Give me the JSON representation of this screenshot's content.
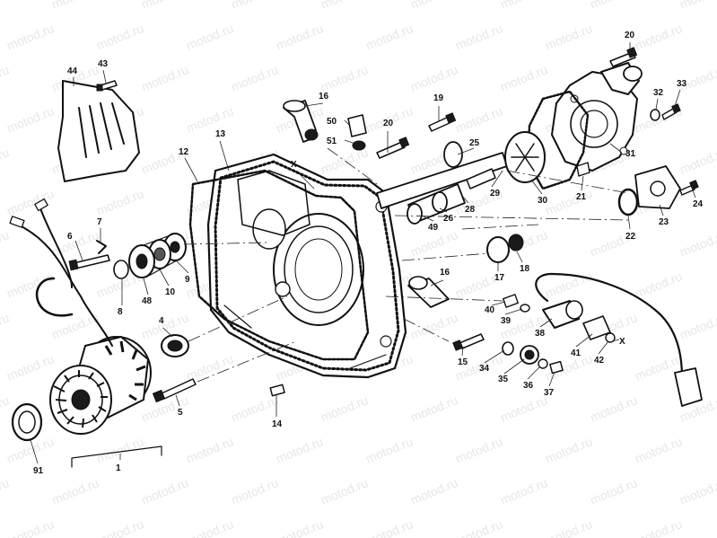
{
  "watermark": {
    "text": "motod.ru",
    "color": "#e7e7e7"
  },
  "colors": {
    "ink": "#111111",
    "background": "#ffffff",
    "watermark": "#e7e7e7"
  },
  "callouts": {
    "c1": "1",
    "c4": "4",
    "c5": "5",
    "c6": "6",
    "c7": "7",
    "c8": "8",
    "c9": "9",
    "c10": "10",
    "c12": "12",
    "c13": "13",
    "c14": "14",
    "c15": "15",
    "c16a": "16",
    "c16b": "16",
    "c17": "17",
    "c18": "18",
    "c19": "19",
    "c20a": "20",
    "c20b": "20",
    "c21": "21",
    "c22": "22",
    "c23": "23",
    "c24": "24",
    "c25": "25",
    "c26": "26",
    "c28": "28",
    "c29": "29",
    "c30": "30",
    "c31": "31",
    "c32": "32",
    "c33": "33",
    "c34": "34",
    "c35": "35",
    "c36": "36",
    "c37": "37",
    "c38": "38",
    "c39": "39",
    "c40": "40",
    "c41": "41",
    "c42": "42",
    "c43": "43",
    "c44": "44",
    "c48": "48",
    "c49": "49",
    "c50": "50",
    "c51": "51",
    "c91": "91",
    "x1": "X",
    "x2": "X"
  }
}
